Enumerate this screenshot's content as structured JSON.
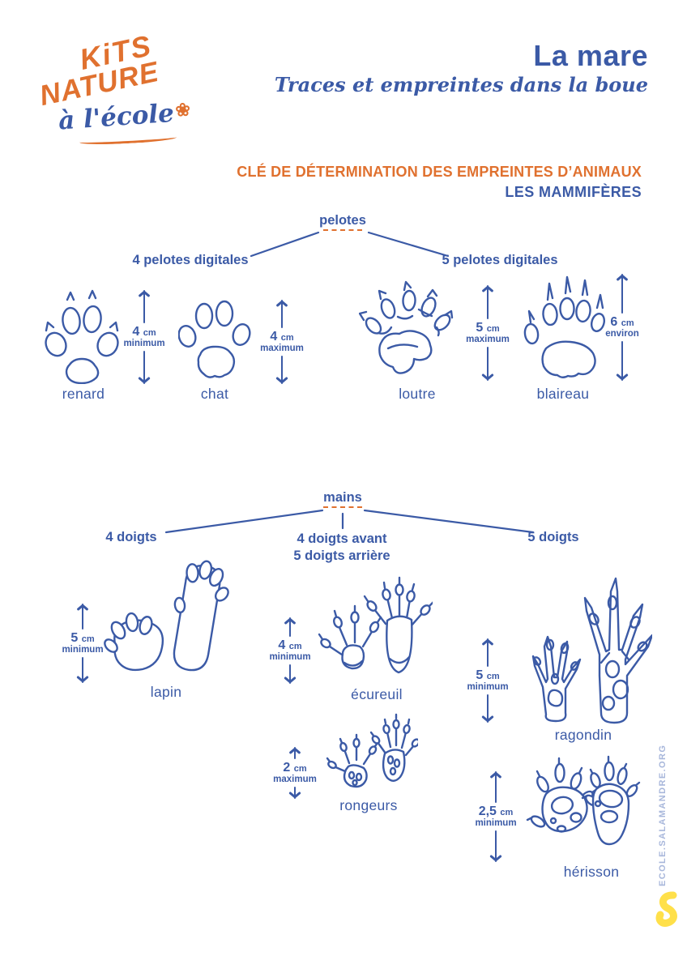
{
  "colors": {
    "blue": "#3B5AA6",
    "orange": "#E0712F",
    "light_blue": "#A8B7DB",
    "yellow": "#FFE04A"
  },
  "logo": {
    "line1": "KiTS",
    "line2": "NATURE",
    "line3": "à l'école",
    "flower": "❀"
  },
  "header": {
    "title": "La mare",
    "subtitle": "Traces et empreintes dans la boue"
  },
  "key": {
    "title_line1": "CLÉ DE DÉTERMINATION DES EMPREINTES D’ANIMAUX",
    "title_line2": "LES MAMMIFÈRES"
  },
  "tree_pelotes": {
    "root": "pelotes",
    "branch_left": "4 pelotes digitales",
    "branch_right": "5 pelotes digitales",
    "animals": [
      {
        "name": "renard",
        "size": "4",
        "unit": "cm",
        "qualifier": "minimum"
      },
      {
        "name": "chat",
        "size": "4",
        "unit": "cm",
        "qualifier": "maximum"
      },
      {
        "name": "loutre",
        "size": "5",
        "unit": "cm",
        "qualifier": "maximum"
      },
      {
        "name": "blaireau",
        "size": "6",
        "unit": "cm",
        "qualifier": "environ"
      }
    ]
  },
  "tree_mains": {
    "root": "mains",
    "branch_left": "4 doigts",
    "branch_center_line1": "4 doigts avant",
    "branch_center_line2": "5 doigts arrière",
    "branch_right": "5 doigts",
    "animals": [
      {
        "name": "lapin",
        "size": "5",
        "unit": "cm",
        "qualifier": "minimum"
      },
      {
        "name": "écureuil",
        "size": "4",
        "unit": "cm",
        "qualifier": "minimum"
      },
      {
        "name": "rongeurs",
        "size": "2",
        "unit": "cm",
        "qualifier": "maximum"
      },
      {
        "name": "ragondin",
        "size": "5",
        "unit": "cm",
        "qualifier": "minimum"
      },
      {
        "name": "hérisson",
        "size": "2,5",
        "unit": "cm",
        "qualifier": "minimum"
      }
    ]
  },
  "footer": {
    "website": "ECOLE.SALAMANDRE.ORG"
  }
}
